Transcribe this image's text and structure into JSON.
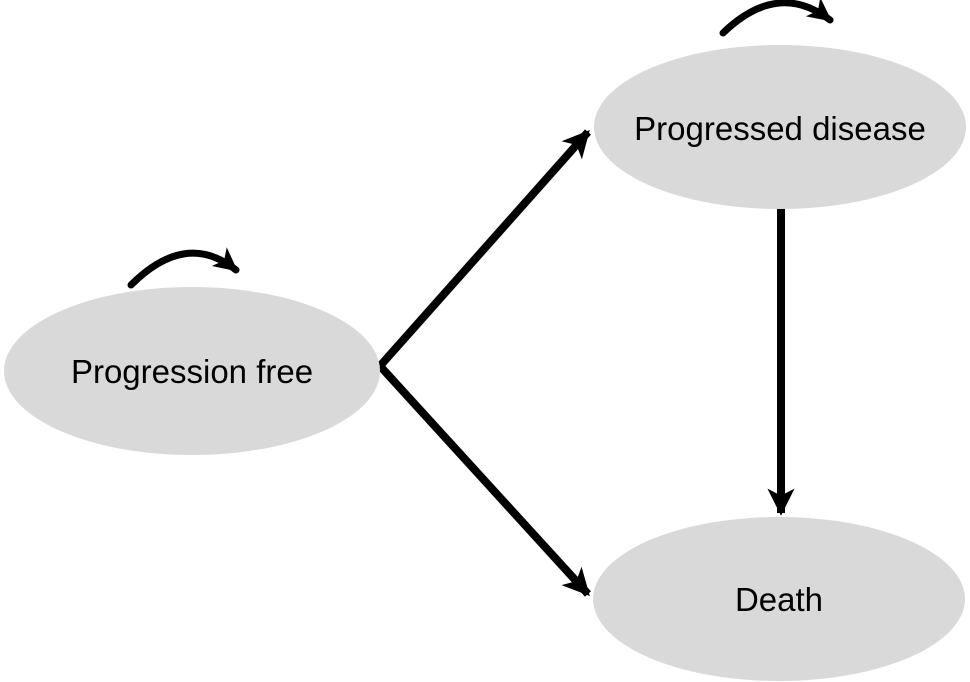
{
  "diagram": {
    "type": "state-transition-diagram",
    "background_color": "#ffffff",
    "node_fill_color": "#d9d9d9",
    "arrow_color": "#000000",
    "text_color": "#000000",
    "nodes": [
      {
        "id": "progression-free",
        "label": "Progression free",
        "self_loop": true
      },
      {
        "id": "progressed-disease",
        "label": "Progressed disease",
        "self_loop": true
      },
      {
        "id": "death",
        "label": "Death",
        "self_loop": false
      }
    ],
    "transitions": [
      {
        "from": "progression-free",
        "to": "progressed-disease",
        "kind": "straight"
      },
      {
        "from": "progression-free",
        "to": "death",
        "kind": "straight"
      },
      {
        "from": "progressed-disease",
        "to": "death",
        "kind": "straight"
      },
      {
        "from": "progression-free",
        "to": "progression-free",
        "kind": "self-loop"
      },
      {
        "from": "progressed-disease",
        "to": "progressed-disease",
        "kind": "self-loop"
      }
    ]
  }
}
